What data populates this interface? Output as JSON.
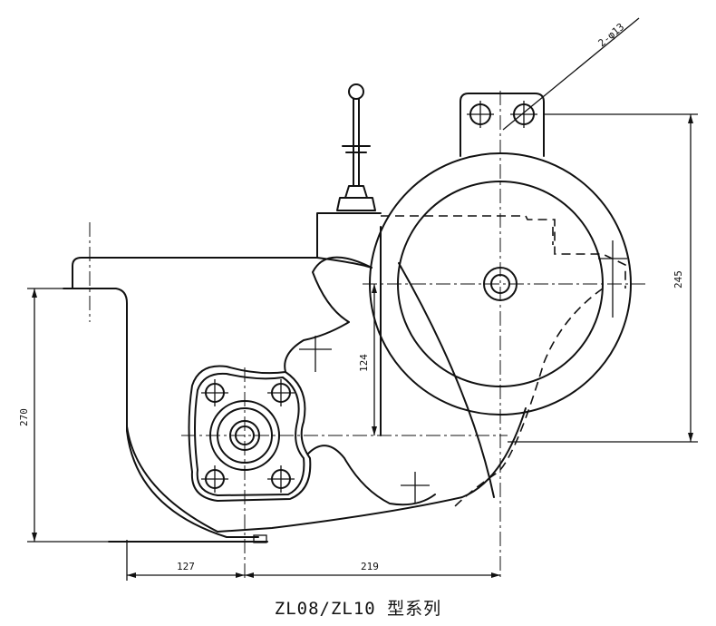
{
  "diagram": {
    "caption": "ZL08/ZL10 型系列",
    "dimensions": {
      "hole_spec": "2-φ13",
      "height_245": "245",
      "height_270": "270",
      "offset_124": "124",
      "width_127": "127",
      "width_219": "219"
    }
  }
}
